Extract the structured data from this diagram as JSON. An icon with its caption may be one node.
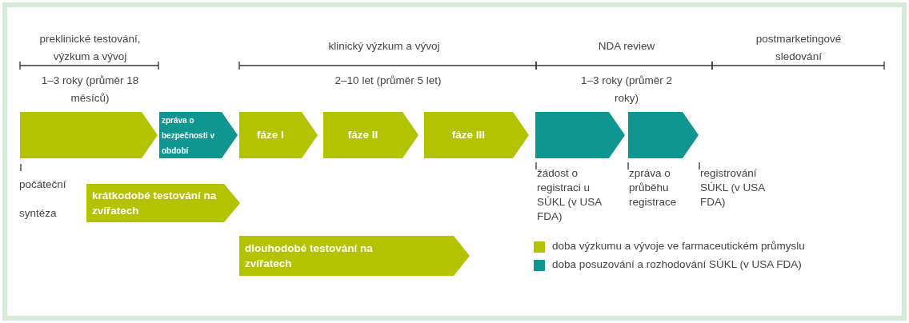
{
  "diagram": {
    "nodes": [
      {
        "text": [],
        "shape": "chevron"
      },
      {
        "text": [
          "zpráva o bezpečnosti v období"
        ]
      },
      {
        "text": [
          "fáze I"
        ]
      },
      {
        "text": [
          "fáze II"
        ]
      },
      {
        "text": [
          "fáze III"
        ]
      },
      {
        "text": [],
        "shape": "chevron"
      },
      {
        "text": [],
        "shape": "chevron"
      },
      {
        "text": [
          "krátkodobé testování na zvířatech"
        ]
      },
      {
        "text": [
          "dlouhodobé testování na zvířatech"
        ]
      }
    ],
    "labels": [
      "preklinické testování, výzkum a vývoj",
      "klinický výzkum a vývoj",
      "NDA review",
      "postmarketingové sledování",
      "1–3 roky (průměr 18 měsíců)",
      "2–10 let (průměr 5 let)",
      "1–3 roky (průměr 2 roky)",
      "počáteční syntéza",
      "žádost o registraci u SÚKL (v USA FDA)",
      "zpráva o průběhu registrace",
      "registrování SÚKL (v USA FDA)"
    ],
    "legend": [
      {
        "text": "doba výzkumu a vývoje ve farmaceutickém průmyslu",
        "color": "#b3c300"
      },
      {
        "text": "doba posuzování a rozhodování SÚKL (v USA FDA)",
        "color": "#0f9690"
      }
    ]
  }
}
